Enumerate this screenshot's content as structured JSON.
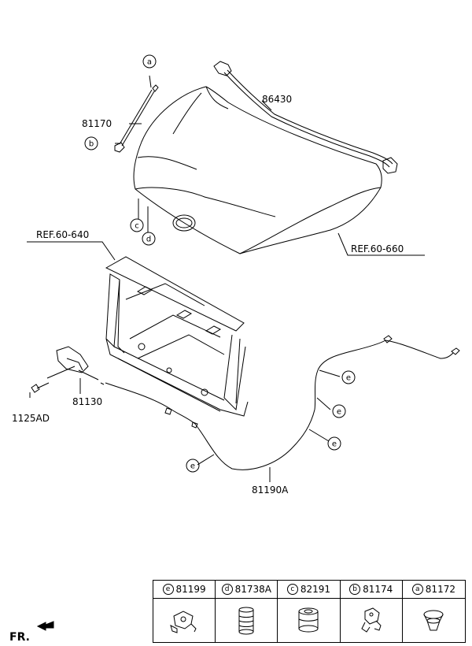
{
  "callouts": {
    "hood_panel": "86430",
    "hood_stay": "81170",
    "ref_left": "REF.60-640",
    "ref_right": "REF.60-660",
    "latch": "81130",
    "bolt": "1125AD",
    "cable": "81190A"
  },
  "letters": {
    "a": "a",
    "b": "b",
    "c": "c",
    "d": "d",
    "e": "e"
  },
  "direction_label": "FR.",
  "parts_table": [
    {
      "letter": "e",
      "part_no": "81199",
      "icon": "cable-clip-icon"
    },
    {
      "letter": "d",
      "part_no": "81738A",
      "icon": "bumper-stopper-icon"
    },
    {
      "letter": "c",
      "part_no": "82191",
      "icon": "grommet-icon"
    },
    {
      "letter": "b",
      "part_no": "81174",
      "icon": "stay-holder-clip-icon"
    },
    {
      "letter": "a",
      "part_no": "81172",
      "icon": "push-clip-icon"
    }
  ]
}
